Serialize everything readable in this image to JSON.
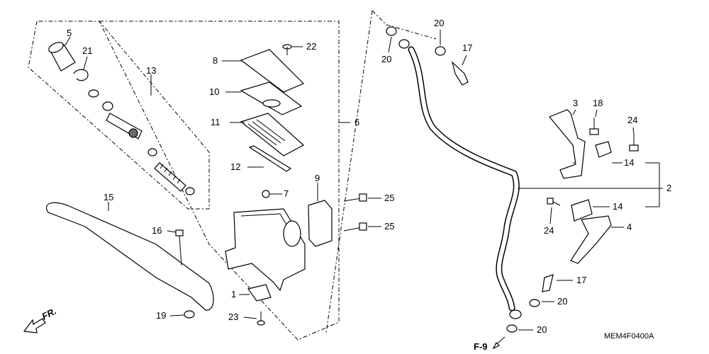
{
  "labels": {
    "p1": "1",
    "p2": "2",
    "p3": "3",
    "p4": "4",
    "p5": "5",
    "p6": "6",
    "p7": "7",
    "p8": "8",
    "p9": "9",
    "p10": "10",
    "p11": "11",
    "p12": "12",
    "p13": "13",
    "p14a": "14",
    "p14b": "14",
    "p15": "15",
    "p16": "16",
    "p17a": "17",
    "p17b": "17",
    "p18": "18",
    "p19": "19",
    "p20a": "20",
    "p20b": "20",
    "p20c": "20",
    "p20d": "20",
    "p21": "21",
    "p22": "22",
    "p23": "23",
    "p24a": "24",
    "p24b": "24",
    "p25a": "25",
    "p25b": "25"
  },
  "front_arrow": "FR.",
  "ref": "F-9",
  "code": "MEM4F0400A"
}
